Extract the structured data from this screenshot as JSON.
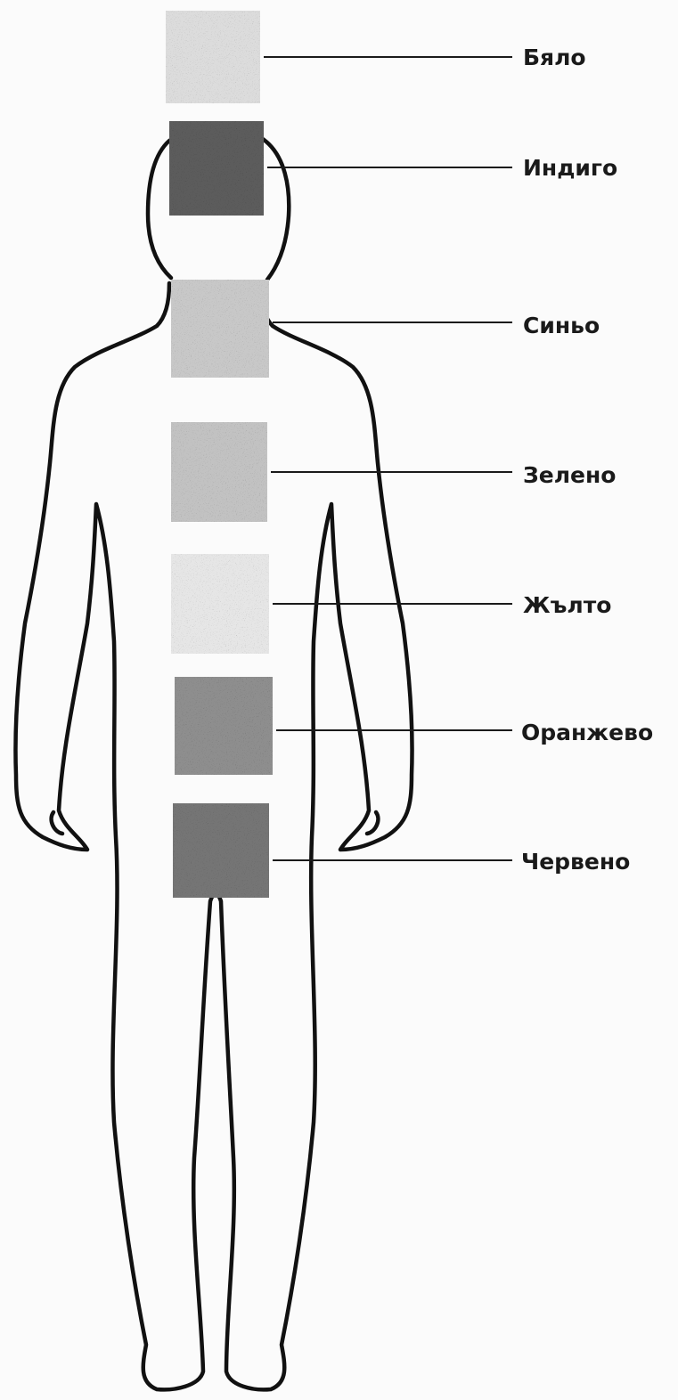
{
  "figure": {
    "chakras": [
      {
        "id": "crown",
        "label": "Бяло",
        "shade": "#dcdcdc"
      },
      {
        "id": "brow",
        "label": "Индиго",
        "shade": "#5c5c5c"
      },
      {
        "id": "throat",
        "label": "Синьо",
        "shade": "#c8c8c8"
      },
      {
        "id": "heart",
        "label": "Зелено",
        "shade": "#c2c2c2"
      },
      {
        "id": "solar",
        "label": "Жълто",
        "shade": "#e6e6e6"
      },
      {
        "id": "sacral",
        "label": "Оранжево",
        "shade": "#8e8e8e"
      },
      {
        "id": "root",
        "label": "Червено",
        "shade": "#757575"
      }
    ]
  },
  "colors": {
    "outline": "#111111",
    "background": "#fbfbfb"
  }
}
